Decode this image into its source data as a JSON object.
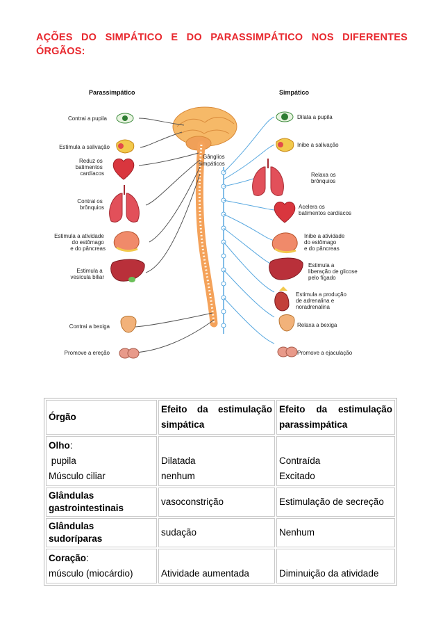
{
  "page_title": "AÇÕES DO SIMPÁTICO E DO PARASSIMPÁTICO NOS DIFERENTES ÓRGÃOS:",
  "figure": {
    "heading_left": "Parassimpático",
    "heading_right": "Simpático",
    "ganglia_label_1": "Gânglios",
    "ganglia_label_2": "simpáticos",
    "left_labels": [
      [
        "Contrai a pupila"
      ],
      [
        "Estimula a salivação"
      ],
      [
        "Reduz os",
        "batimentos",
        "cardíacos"
      ],
      [
        "Contrai os",
        "brônquios"
      ],
      [
        "Estimula a atividade",
        "do estômago",
        "e do pâncreas"
      ],
      [
        "Estimula a",
        "vesícula biliar"
      ],
      [
        "Contrai a bexiga"
      ],
      [
        "Promove a ereção"
      ]
    ],
    "right_labels": [
      [
        "Dilata a pupila"
      ],
      [
        "Inibe a salivação"
      ],
      [
        "Relaxa os",
        "brônquios"
      ],
      [
        "Acelera os",
        "batimentos cardíacos"
      ],
      [
        "Inibe a atividade",
        "do estômago",
        "e do pâncreas"
      ],
      [
        "Estimula a",
        "liberação de glicose",
        "pelo fígado"
      ],
      [
        "Estimula a produção",
        "de adrenalina e",
        "noradrenalina"
      ],
      [
        "Relaxa a bexiga"
      ],
      [
        "Promove a ejaculação"
      ]
    ]
  },
  "table": {
    "headers": {
      "organ": "Órgão",
      "sympathetic_1": "Efeito da estimulação",
      "sympathetic_2": "simpática",
      "parasympathetic_1": "Efeito da estimulação",
      "parasympathetic_2": "parassimpática"
    },
    "rows": {
      "eye": {
        "name": "Olho",
        "colon": ":",
        "sub1": " pupila",
        "sub2": "Músculo ciliar",
        "symp1": "Dilatada",
        "symp2": "nenhum",
        "para1": "Contraída",
        "para2": "Excitado"
      },
      "gi": {
        "name1": "Glândulas",
        "name2": "gastrointestinais",
        "symp": "vasoconstrição",
        "para": "Estimulação de secreção"
      },
      "sweat": {
        "name1": "Glândulas",
        "name2": "sudoríparas",
        "symp": "sudação",
        "para": "Nenhum"
      },
      "heart": {
        "name": "Coração",
        "colon": ":",
        "sub": "músculo (miocárdio)",
        "symp": "Atividade aumentada",
        "para": "Diminuição da atividade"
      }
    }
  },
  "colors": {
    "title": "#e8292f",
    "parasympathetic_nerve": "#555555",
    "sympathetic_nerve": "#5aa9e0",
    "spinal_cord": "#f4a25a",
    "brain": "#f6b968"
  }
}
